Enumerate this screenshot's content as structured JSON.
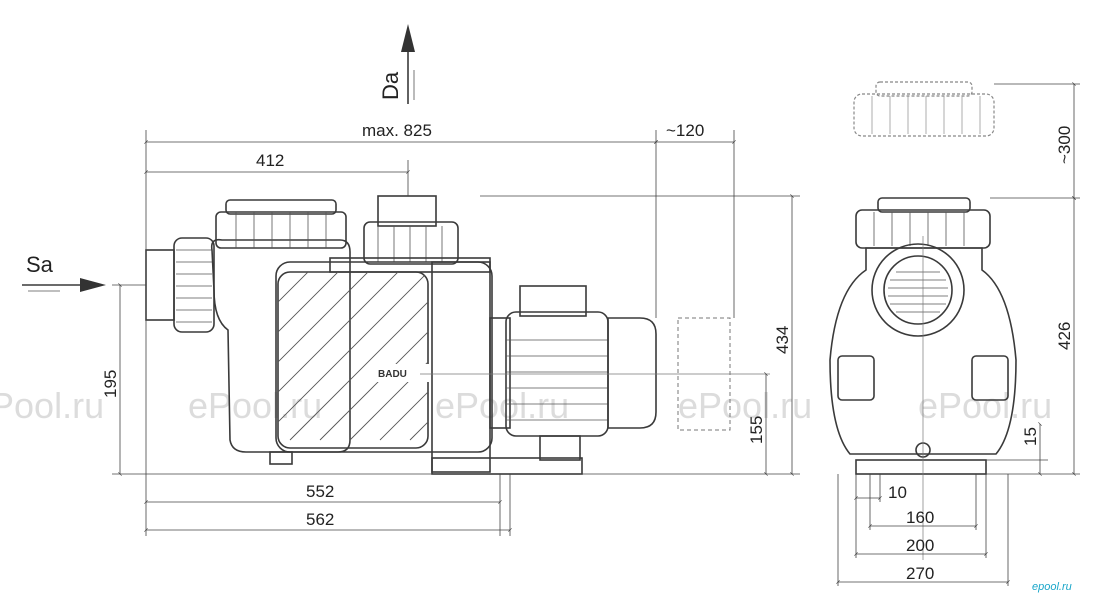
{
  "watermark": {
    "text": "ePool.ru"
  },
  "site_logo": {
    "text": "epool.ru"
  },
  "brand": {
    "text": "BADU"
  },
  "flow_labels": {
    "suction": "Sa",
    "discharge": "Da"
  },
  "dimensions": {
    "max_length": "max. 825",
    "motor_clearance": "~120",
    "suction_to_discharge": "412",
    "height_side": "434",
    "suction_height": "195",
    "shaft_height": "155",
    "base_length_552": "552",
    "base_length_562": "562",
    "cover_clearance": "~300",
    "height_front": "426",
    "foot_height": "15",
    "offset_10": "10",
    "width_160": "160",
    "width_200": "200",
    "width_270": "270"
  }
}
